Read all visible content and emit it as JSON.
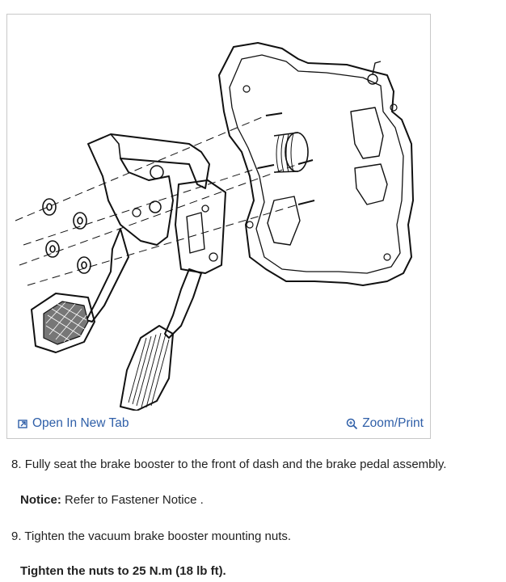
{
  "figure": {
    "open_tab_label": "Open In New Tab",
    "zoom_print_label": "Zoom/Print"
  },
  "steps": [
    {
      "number": "8.",
      "text": "Fully seat the brake booster to the front of dash and the brake pedal assembly."
    },
    {
      "number": "9.",
      "text": "Tighten the vacuum brake booster mounting nuts."
    }
  ],
  "notice": {
    "label": "Notice:",
    "text": "Refer to Fastener Notice ."
  },
  "tighten_spec": "Tighten the nuts to 25 N.m (18 lb ft).",
  "colors": {
    "link": "#2f5fa8",
    "border": "#c8c8c8"
  }
}
